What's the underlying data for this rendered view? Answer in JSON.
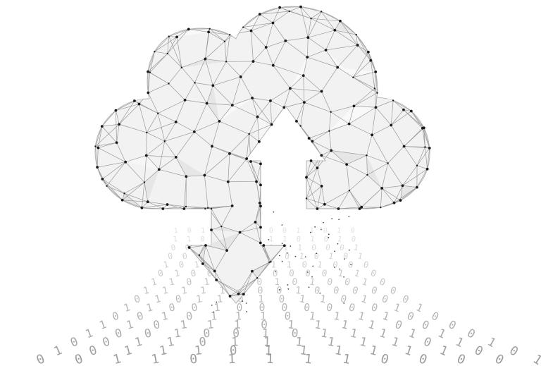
{
  "illustration": {
    "subject": "cloud-upload-download-icon",
    "style": "low-poly wireframe",
    "colors": {
      "background": "#ffffff",
      "cloud_fill": "#f2f2f2",
      "mesh_line": "#9a9a9a",
      "node": "#1a1a1a",
      "binary_digits": "#8c8c8c"
    },
    "binary_stream": {
      "icon": "binary-digit-stream",
      "glyphs": [
        "0",
        "1"
      ]
    }
  }
}
